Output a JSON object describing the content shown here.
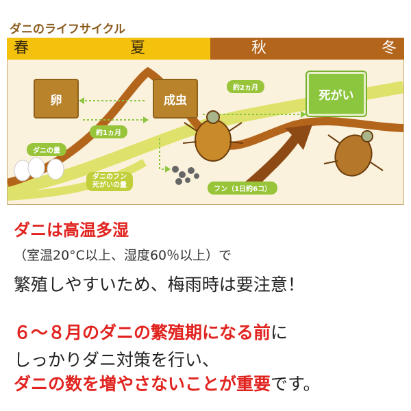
{
  "title": "ダニのライフサイクル",
  "seasons": [
    "春",
    "夏",
    "秋",
    "冬"
  ],
  "stages": {
    "egg": "卵",
    "adult": "成虫",
    "death": "死がい"
  },
  "durations": {
    "egg_to_adult": "約1ヵ月",
    "adult_to_death": "約2ヵ月"
  },
  "curve_labels": {
    "mite_count": "ダニの量",
    "feces_line1": "ダニのフン",
    "feces_line2": "死がいの量",
    "feces_per_day": "フン（1日約6コ）"
  },
  "colors": {
    "spring_summer": "#f4c20d",
    "autumn_winter": "#b4651c",
    "mite_curve": "#b4651c",
    "feces_curve": "#dfe26a",
    "death_box": "#8cc63e"
  },
  "text": {
    "line1": "ダニは高温多湿",
    "line2": "（室温20°C以上、湿度60％以上）で",
    "line3": "繁殖しやすいため、梅雨時は要注意！",
    "line4_red": "６～８月のダニの繁殖期になる前",
    "line4_rest": "に",
    "line5": "しっかりダニ対策を行い、",
    "line6_red": "ダニの数を増やさないことが重要",
    "line6_rest": "です。"
  }
}
